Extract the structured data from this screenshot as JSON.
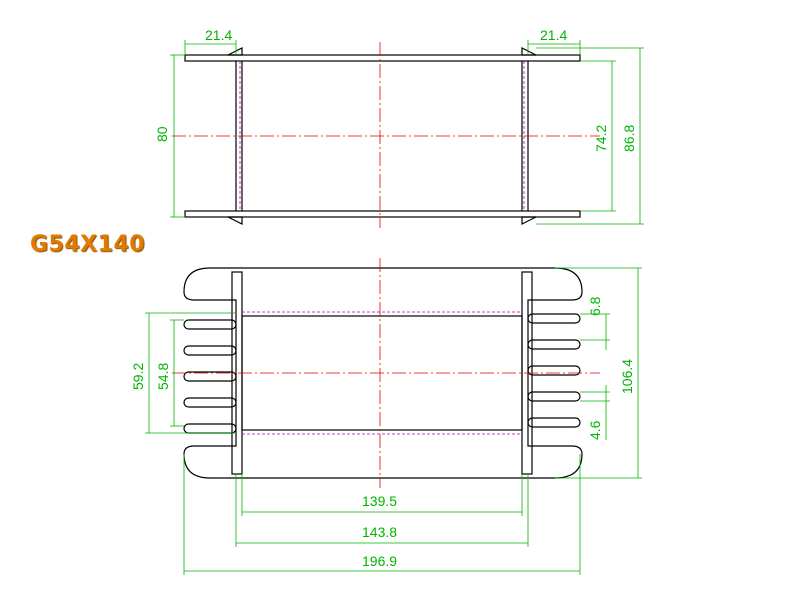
{
  "title": "G54X140",
  "colors": {
    "outline": "#000000",
    "dimension": "#00b400",
    "centerline": "#e00000",
    "hidden": "#b000b0",
    "title": "#e07a00"
  },
  "dimensions": {
    "top_left_flange": "21.4",
    "top_right_flange": "21.4",
    "top_height": "80",
    "top_inner_height": "74.2",
    "top_total_height": "86.8",
    "bottom_outer_pin_span": "59.2",
    "bottom_inner_pin_span": "54.8",
    "pin_pitch": "6.8",
    "pin_width": "4.6",
    "bottom_total_height": "106.4",
    "winding_length": "139.5",
    "bobbin_length": "143.8",
    "overall_length": "196.9"
  }
}
